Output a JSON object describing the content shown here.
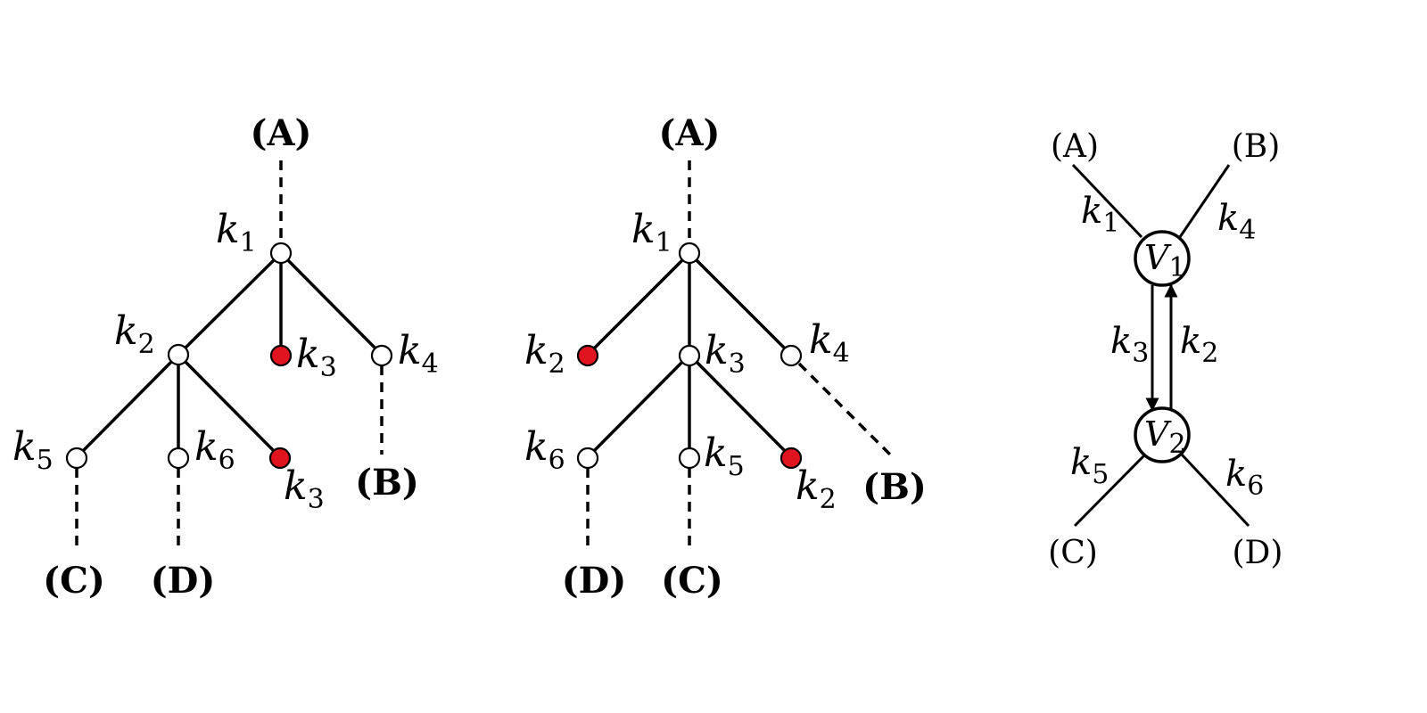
{
  "colors": {
    "open_node": "#ffffff",
    "filled_node": "#e0141e",
    "ink": "#000000"
  },
  "external_labels": {
    "A": "(A)",
    "B": "(B)",
    "C": "(C)",
    "D": "(D)"
  },
  "momentum": {
    "letter": "k",
    "s1": "1",
    "s2": "2",
    "s3": "3",
    "s4": "4",
    "s5": "5",
    "s6": "6"
  },
  "vertices": {
    "letter": "V",
    "s1": "1",
    "s2": "2"
  }
}
